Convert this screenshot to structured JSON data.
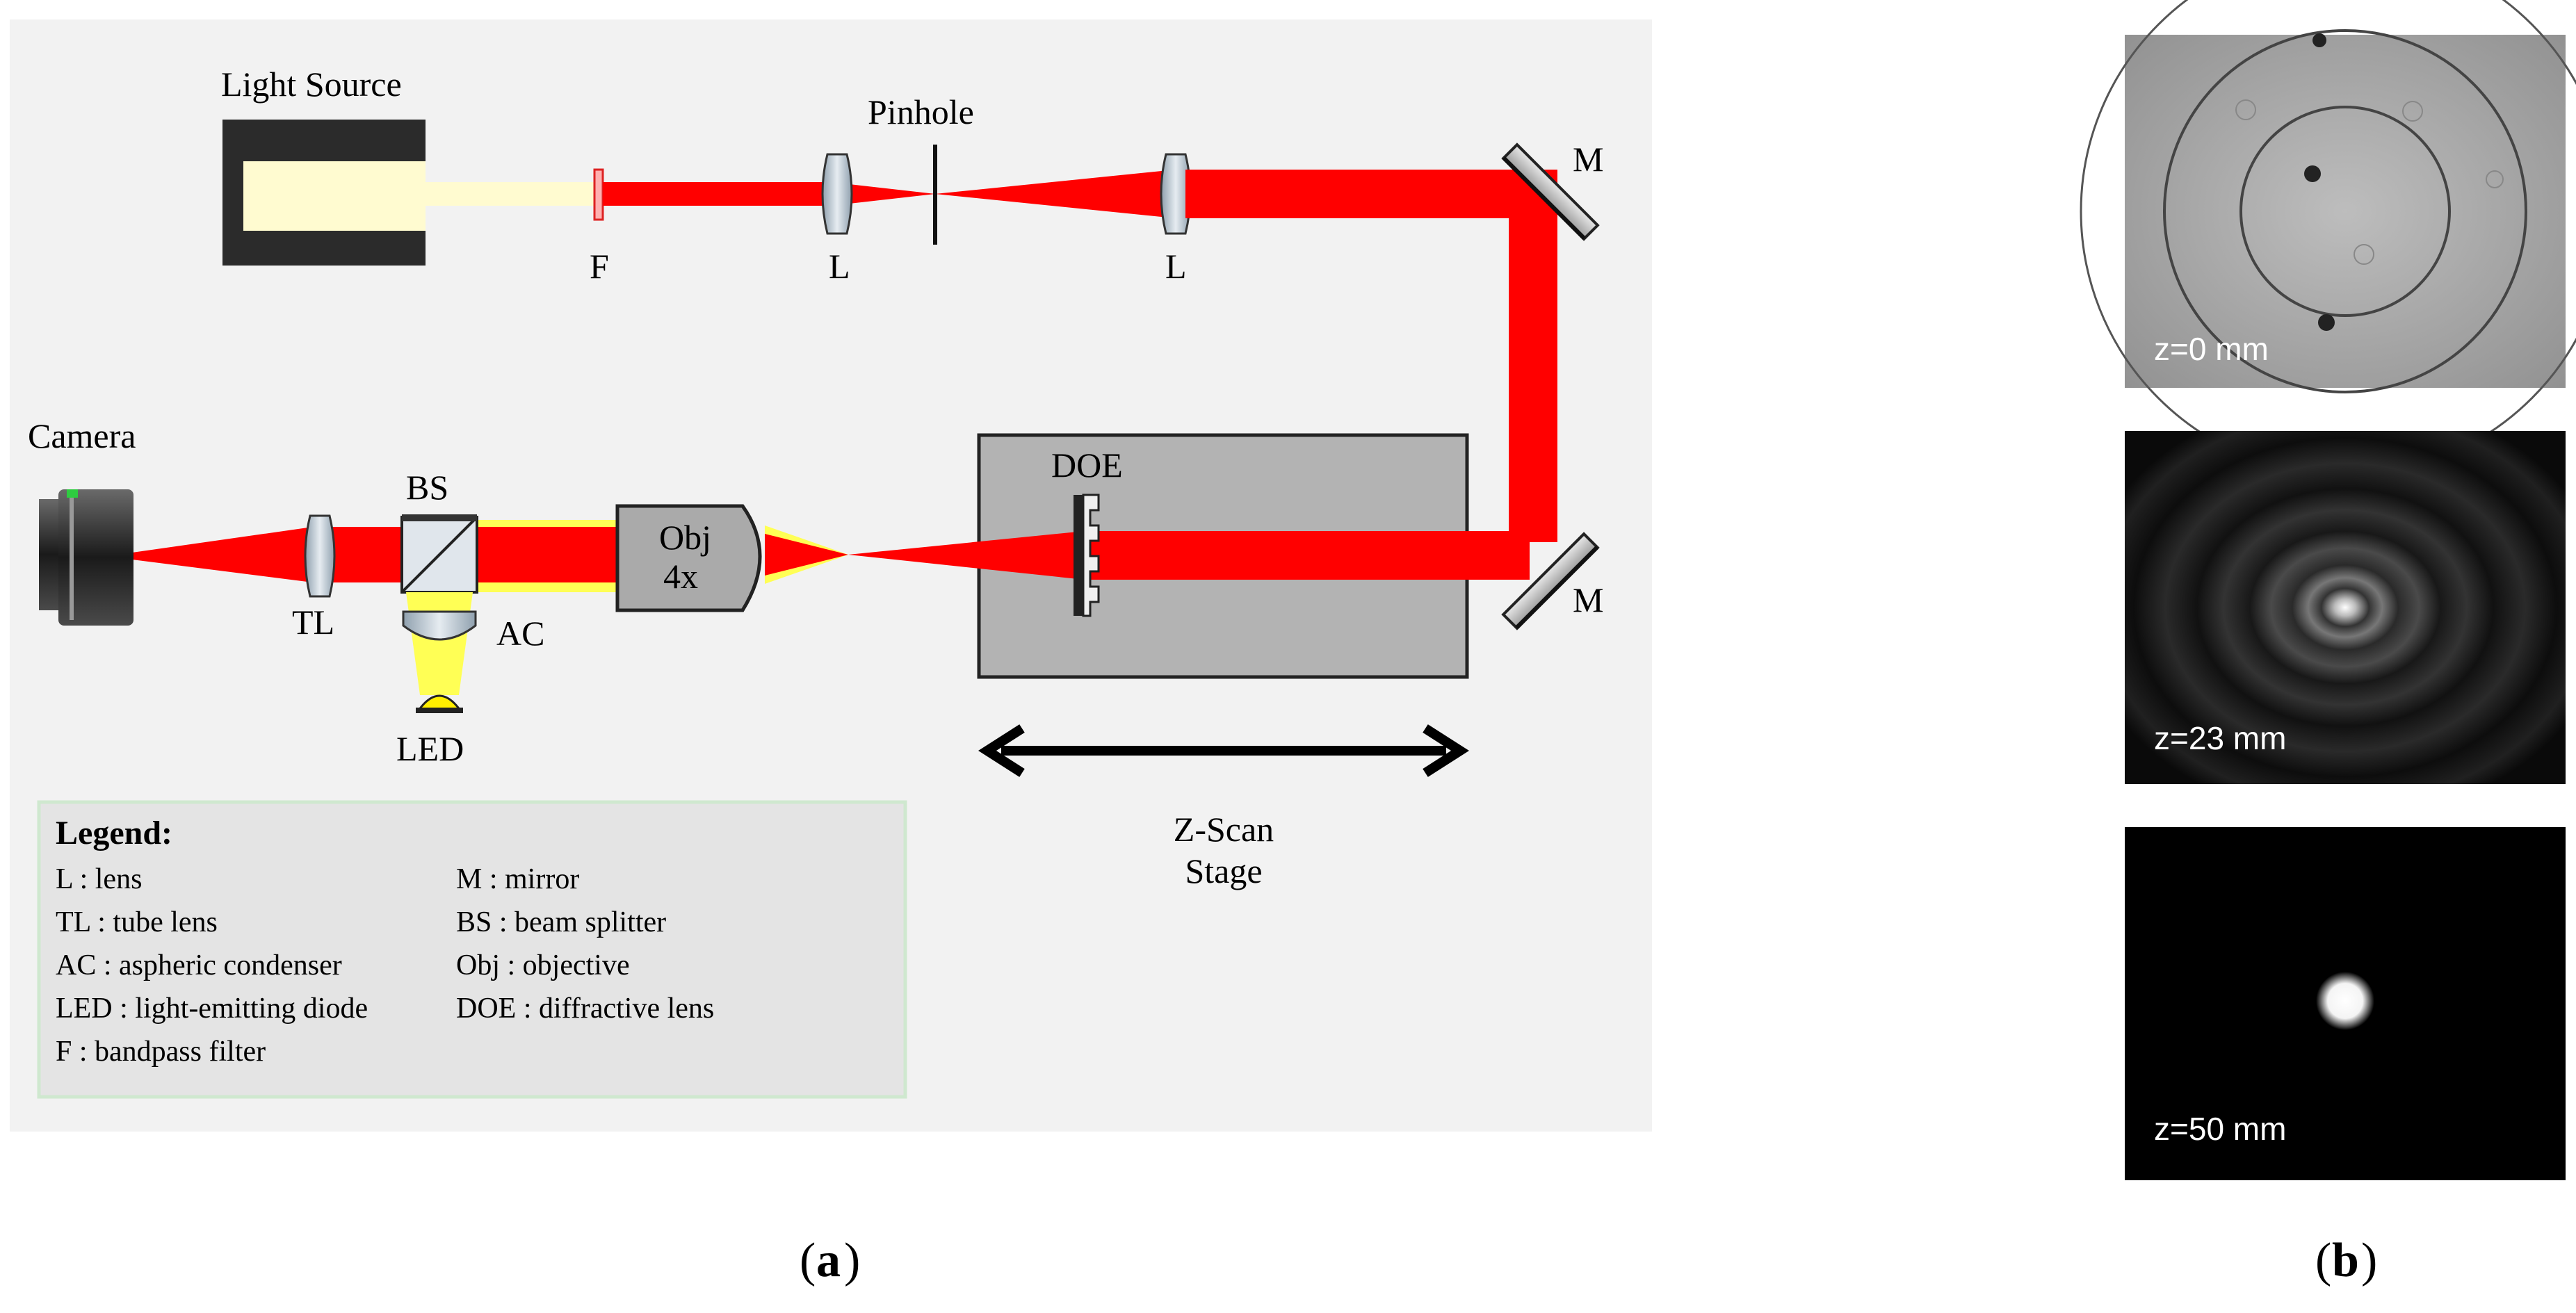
{
  "labels": {
    "light_source": "Light Source",
    "pinhole": "Pinhole",
    "filter": "F",
    "lens1": "L",
    "lens2": "L",
    "mirror1": "M",
    "mirror2": "M",
    "camera": "Camera",
    "bs": "BS",
    "tl": "TL",
    "ac": "AC",
    "led": "LED",
    "obj_line1": "Obj",
    "obj_line2": "4x",
    "doe": "DOE",
    "stage_line1": "Z-Scan",
    "stage_line2": "Stage"
  },
  "legend": {
    "title": "Legend:",
    "left": [
      "L : lens",
      "TL : tube lens",
      "AC : aspheric condenser",
      "LED : light-emitting diode",
      "F : bandpass filter"
    ],
    "right": [
      "M : mirror",
      "BS : beam splitter",
      "Obj : objective",
      "DOE : diffractive lens"
    ]
  },
  "panels": [
    {
      "label": "z=0 mm"
    },
    {
      "label": "z=23 mm"
    },
    {
      "label": "z=50 mm"
    }
  ],
  "captions": {
    "a": "a",
    "b": "b"
  },
  "colors": {
    "beam": "#ff0000",
    "led_light": "#ffff55",
    "source_light": "#fffbd0",
    "background": "#f2f2f2",
    "stage_box": "#b3b3b3",
    "legend_bg": "#e4e4e4",
    "legend_border": "#cfe8cf"
  }
}
